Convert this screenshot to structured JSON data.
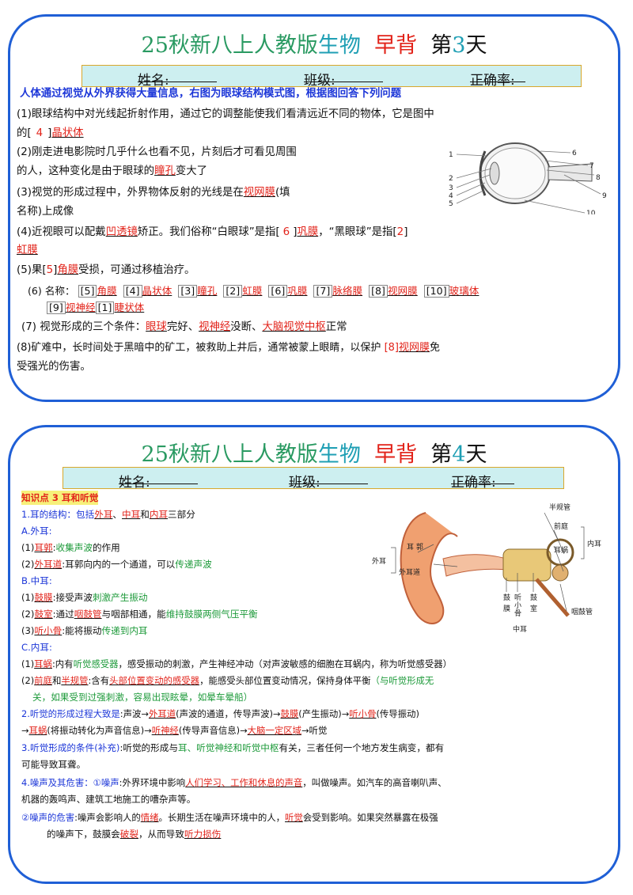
{
  "card1": {
    "title": {
      "p1": "25秋新八上人教版",
      "p2": "生物",
      "p3": "早背",
      "p4": "第",
      "num": "3",
      "p5": "天"
    },
    "info": {
      "name": "姓名:",
      "class": "班级:",
      "acc": "正确率:"
    },
    "intro": "人体通过视觉从外界获得大量信息，右图为眼球结构模式图，根据图回答下列问题",
    "q1a": "(1)眼球结构中对光线起折射作用，通过它的调整能使我们看清远近不同的物体，它是图中",
    "q1b": {
      "pre": "的[",
      "num": "4",
      "mid": "]",
      "ans": "晶状体"
    },
    "q2a": "(2)刚走进电影院时几乎什么也看不见，片刻后才可看见周围",
    "q2b": {
      "pre": "的人，这种变化是由于眼球的",
      "ans": "瞳孔",
      "post": "变大了"
    },
    "q3a": {
      "pre": "(3)视觉的形成过程中，外界物体反射的光线是在",
      "ans": "视网膜",
      "post": "(填"
    },
    "q3b": "名称)上成像",
    "q4a": {
      "pre": "(4)近视眼可以配戴",
      "ans1": "凹透镜",
      "mid": "矫正。我们俗称“白眼球”是指[",
      "n1": "6",
      "mid2": "]",
      "ans2": "巩膜",
      "mid3": "，“黑眼球”是指[",
      "n2": "2",
      "mid4": "]"
    },
    "q4b": "虹膜",
    "q5": {
      "pre": "(5)果[",
      "n": "5",
      "mid": "]",
      "ans": "角膜",
      "post": "受损，可通过移植治疗。"
    },
    "q6": {
      "lead": "(6) 名称：",
      "items": [
        {
          "n": "[5]",
          "a": "角膜"
        },
        {
          "n": "[4]",
          "a": "晶状体"
        },
        {
          "n": "[3]",
          "a": "瞳孔"
        },
        {
          "n": "[2]",
          "a": "虹膜"
        },
        {
          "n": "[6]",
          "a": "巩膜"
        },
        {
          "n": "[7]",
          "a": "脉络膜"
        },
        {
          "n": "[8]",
          "a": "视网膜"
        },
        {
          "n": "[10]",
          "a": "玻璃体"
        }
      ],
      "row2": [
        {
          "n": "[9]",
          "a": "视神经"
        },
        {
          "n": "[1]",
          "a": "睫状体"
        }
      ]
    },
    "q7": {
      "pre": "(7) 视觉形成的三个条件：",
      "a1": "眼球",
      "m1": "完好、",
      "a2": "视神经",
      "m2": "没断、",
      "a3": "大脑视觉中枢",
      "post": "正常"
    },
    "q8a": {
      "pre": "(8)矿难中，长时间处于黑暗中的矿工，被救助上井后，通常被蒙上眼睛，以保护",
      "n": "[8]",
      "ans": "视网膜",
      "post": "免"
    },
    "q8b": "受强光的伤害。",
    "eye_labels": [
      "1",
      "2",
      "3",
      "4",
      "5",
      "6",
      "7",
      "8",
      "9",
      "10"
    ]
  },
  "card2": {
    "title": {
      "p1": "25秋新八上人教版",
      "p2": "生物",
      "p3": "早背",
      "p4": "第",
      "num": "4",
      "p5": "天"
    },
    "info": {
      "name": "姓名:",
      "class": "班级:",
      "acc": "正确率:"
    },
    "kp": "知识点 3 耳和听觉",
    "l1": {
      "pre": "1.耳的结构：包括",
      "a1": "外耳",
      "m1": "、",
      "a2": "中耳",
      "m2": "和",
      "a3": "内耳",
      "post": "三部分"
    },
    "lA": "A.外耳:",
    "lA1": {
      "pre": "(1)",
      "ans": "耳郭",
      "post": ":",
      "g": "收集声波",
      "tail": "的作用"
    },
    "lA2": {
      "pre": "(2)",
      "ans": "外耳道",
      "post": ":耳郭向内的一个通道，可以",
      "g": "传递声波"
    },
    "lB": "B.中耳:",
    "lB1": {
      "pre": "(1)",
      "ans": "鼓膜",
      "post": ":接受声波",
      "g": "刺激产生振动"
    },
    "lB2": {
      "pre": "(2)",
      "ans": "鼓室",
      "post": ":通过",
      "a2": "咽鼓管",
      "mid": "与咽部相通，能",
      "g": "维持鼓膜两侧气压平衡"
    },
    "lB3": {
      "pre": "(3)",
      "ans": "听小骨",
      "post": ":能将振动",
      "g": "传递到内耳"
    },
    "lC": "C.内耳:",
    "lC1": {
      "pre": "(1)",
      "ans": "耳蜗",
      "post": ":内有",
      "g": "听觉感受器",
      "tail": "，感受振动的刺激，产生神经冲动（对声波敏感的细胞在耳蜗内，称为听觉感受器）"
    },
    "lC2": {
      "pre": "(2)",
      "a1": "前庭",
      "m": "和",
      "a2": "半规管",
      "mid": ":含有",
      "a3": "头部位置变动的感受器",
      "tail": "，能感受头部位置变动情况，保持身体平衡",
      "g": "（与听觉形成无"
    },
    "lC2b": "关，如果受到过强刺激，容易出现眩晕，如晕车晕船）",
    "l2a": {
      "pre": "2.听觉的形成过程大致是",
      "t1": ":声波→",
      "a1": "外耳道",
      "t2": "(声波的通道，传导声波)→",
      "a2": "鼓膜",
      "t3": "(产生振动)→",
      "a3": "听小骨",
      "t4": "(传导振动)"
    },
    "l2b": {
      "t0": "→",
      "a1": "耳蜗",
      "t1": "(将振动转化为声音信息)→",
      "a2": "听神经",
      "t2": "(传导声音信息)→",
      "a3": "大脑一定区域",
      "t3": "→听觉"
    },
    "l3a": {
      "pre": "3.听觉形成的条件(补充)",
      "t1": ":听觉的形成与",
      "g": "耳、听觉神经和听觉中枢",
      "t2": "有关，三者任何一个地方发生病变，都有"
    },
    "l3b": "可能导致耳聋。",
    "l4a": {
      "pre": "4.噪声及其危害：",
      "c1": "①噪声",
      "t1": ":外界环境中影响",
      "a1": "人们学习、工作和休息的声音",
      "t2": "，叫做噪声。如汽车的高音喇叭声、"
    },
    "l4b": "机器的轰鸣声、建筑工地施工的嘈杂声等。",
    "l5a": {
      "c": "②噪声的危害",
      "t1": ":噪声会影响人的",
      "a1": "情绪",
      "t2": "。长期生活在噪声环境中的人，",
      "a2": "听觉",
      "t3": "会受到影响。如果突然暴露在极强"
    },
    "l5b": {
      "t1": "的噪声下，鼓膜会",
      "a1": "破裂",
      "t2": "，从而导致",
      "a2": "听力损伤"
    },
    "ear_labels": {
      "banguiguan": "半规管",
      "qianting": "前庭",
      "neier": "内耳",
      "erwo": "耳蜗",
      "yangu": "咽鼓管",
      "erguo": "耳 郭",
      "waier": "外耳",
      "waierdao": "外耳道",
      "gu1": "鼓",
      "mo": "膜",
      "ting": "听",
      "xiao": "小",
      "gu2": "骨",
      "gu3": "鼓",
      "shi": "室",
      "zhonger": "中耳"
    }
  }
}
